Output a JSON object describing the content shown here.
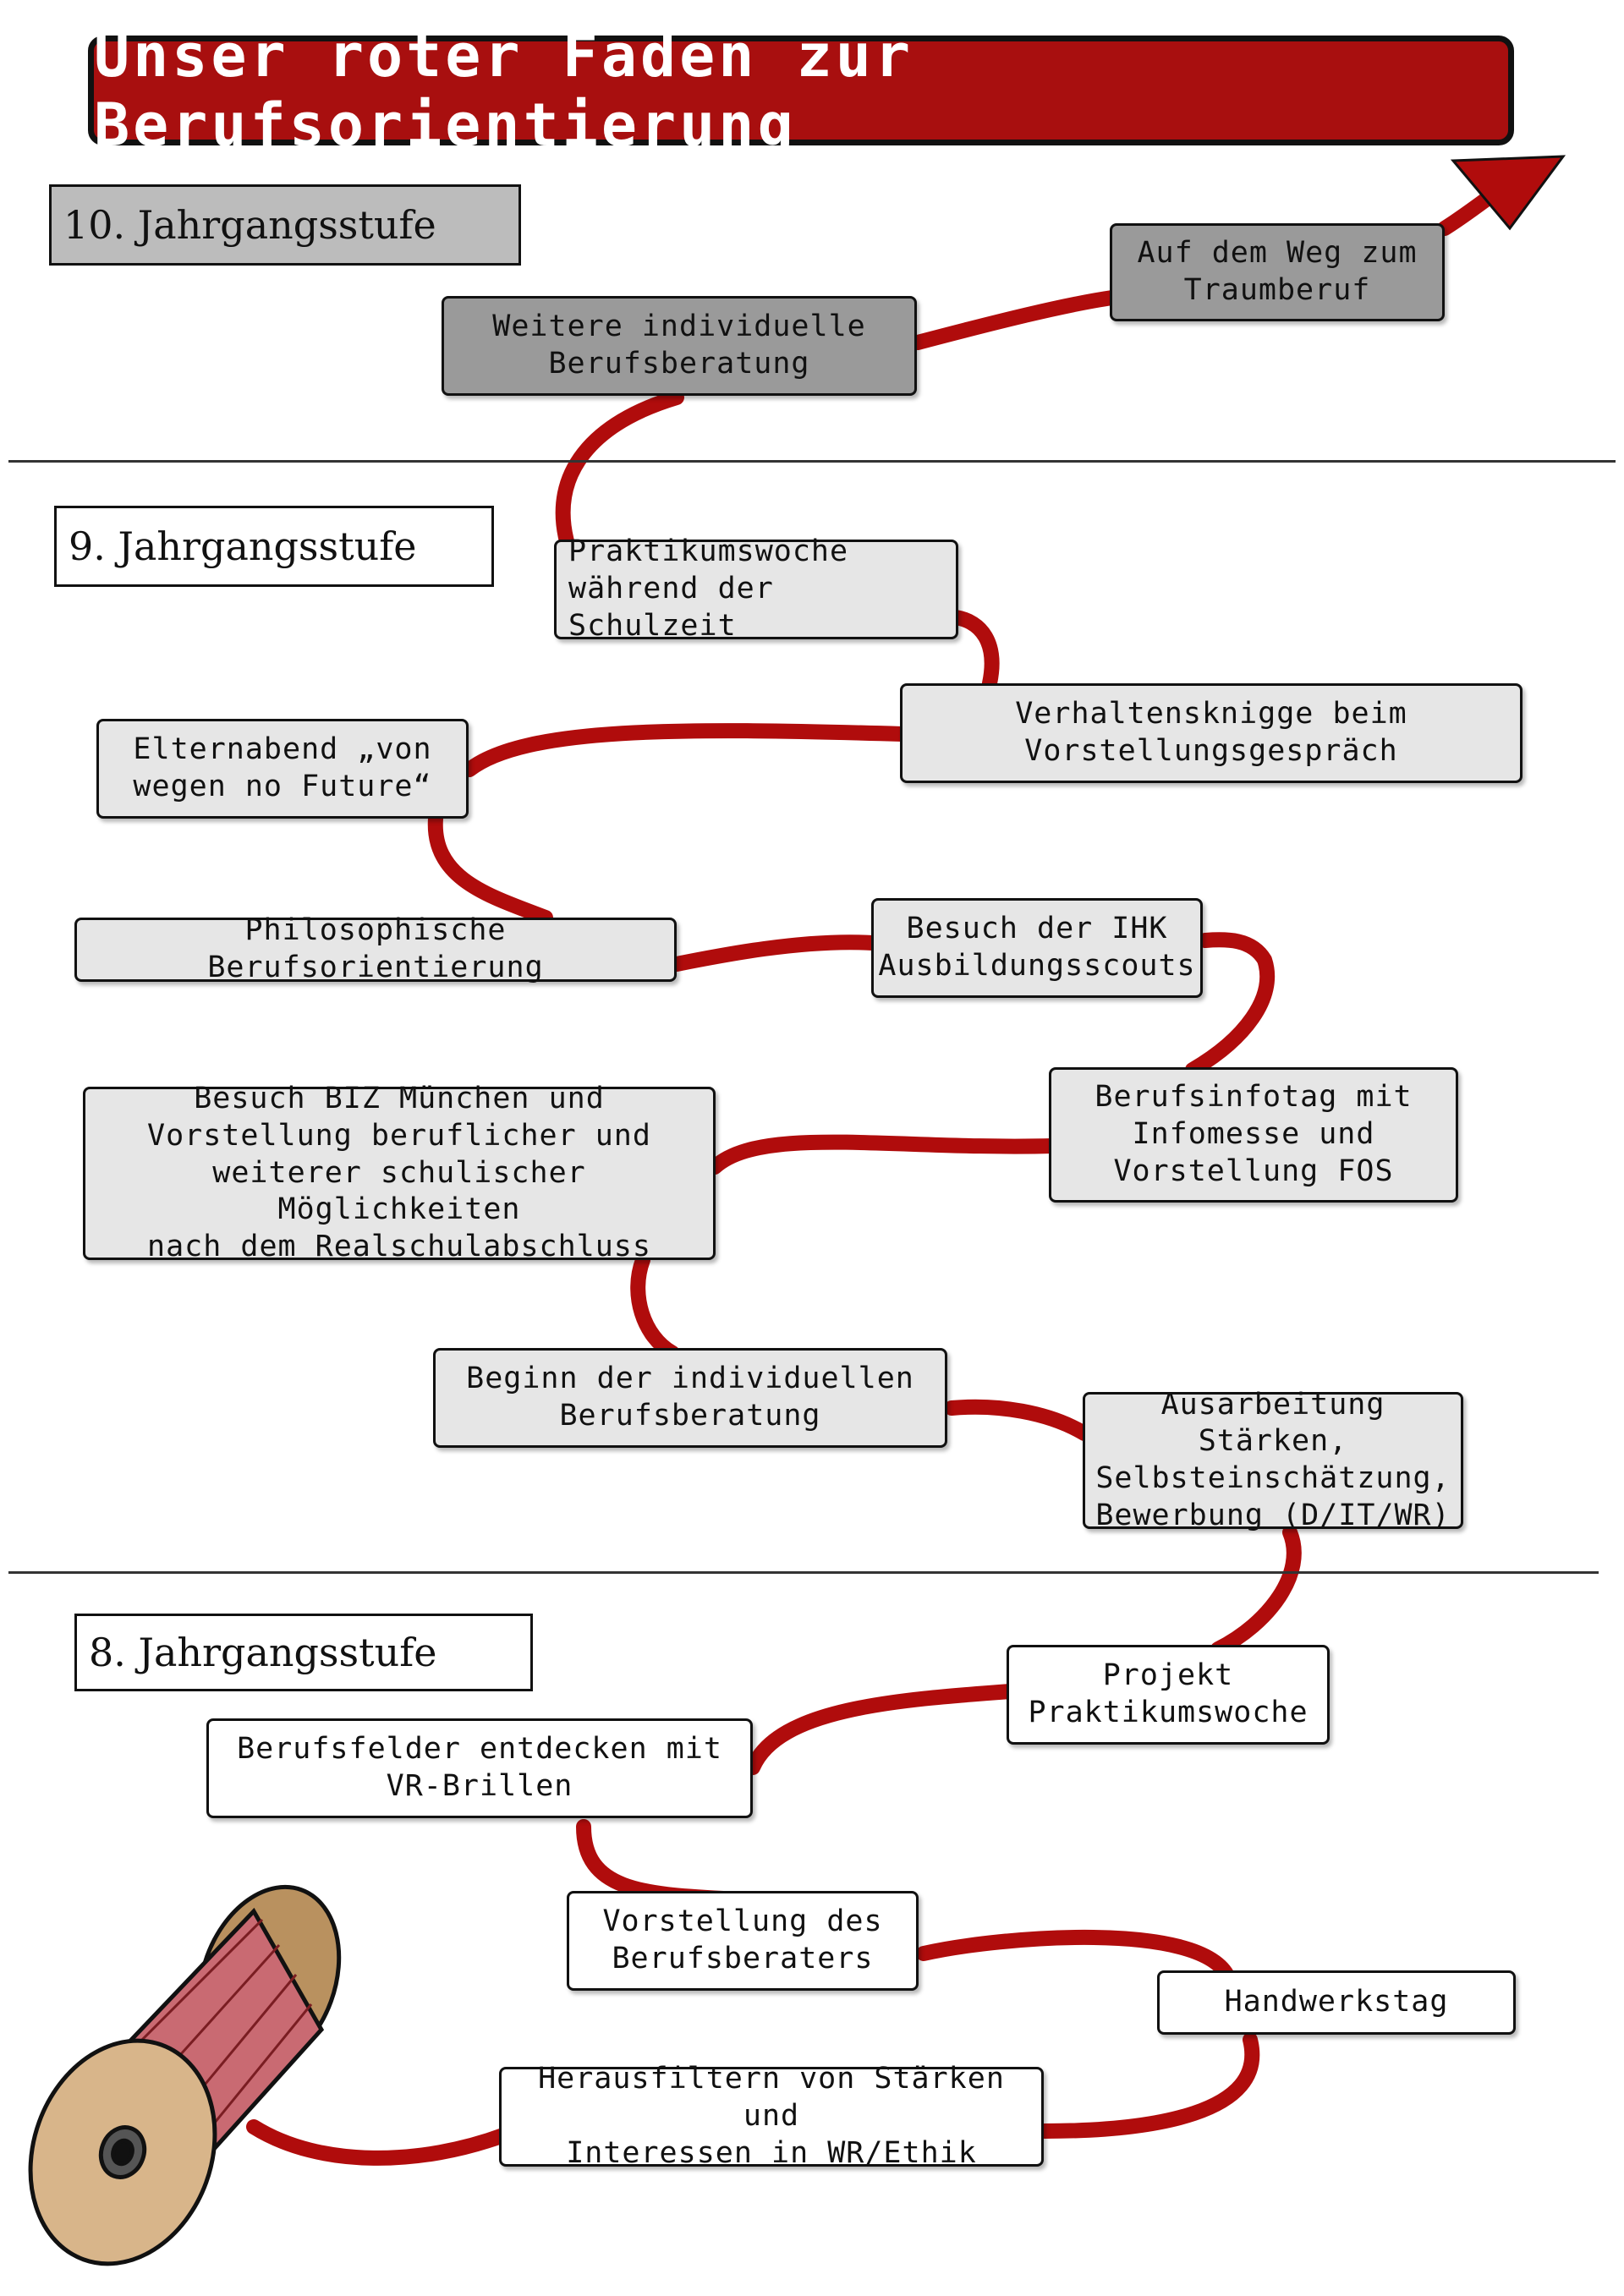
{
  "title": "Unser roter Faden zur Berufsorientierung",
  "colors": {
    "thread": "#b00c0c",
    "title_bg": "#a80f0f",
    "grade10_box": "#9a9a9a",
    "grade9_box": "#e6e6e6",
    "grade8_box": "#ffffff"
  },
  "grades": {
    "g10": "10. Jahrgangsstufe",
    "g9": "9. Jahrgangsstufe",
    "g8": "8. Jahrgangsstufe"
  },
  "steps": {
    "g10_weg": "Auf dem Weg zum\nTraumberuf",
    "g10_beratung": "Weitere individuelle\nBerufsberatung",
    "g9_praktikum": "Praktikumswoche\nwährend der Schulzeit",
    "g9_knigge": "Verhaltensknigge beim\nVorstellungsgespräch",
    "g9_elternabend": "Elternabend „von\nwegen no Future“",
    "g9_philosophie": "Philosophische Berufsorientierung",
    "g9_ihk": "Besuch der IHK\nAusbildungsscouts",
    "g9_infotag": "Berufsinfotag mit\nInfomesse und\nVorstellung FOS",
    "g9_biz": "Besuch BIZ München und\nVorstellung beruflicher und\nweiterer schulischer Möglichkeiten\nnach dem Realschulabschluss",
    "g9_beginn": "Beginn der individuellen\nBerufsberatung",
    "g9_staerken": "Ausarbeitung Stärken,\nSelbsteinschätzung,\nBewerbung (D/IT/WR)",
    "g8_projekt": "Projekt\nPraktikumswoche",
    "g8_vr": "Berufsfelder entdecken mit\nVR-Brillen",
    "g8_berater": "Vorstellung des\nBerufsberaters",
    "g8_handwerk": "Handwerkstag",
    "g8_herausfiltern": "Herausfiltern von Stärken und\nInteressen in WR/Ethik"
  },
  "icons": {
    "spool": "thread-spool-icon",
    "arrow": "arrow-up-right-icon"
  }
}
